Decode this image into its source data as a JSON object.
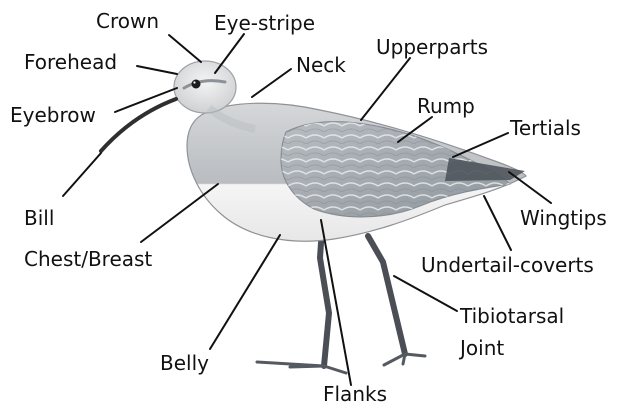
{
  "labels": {
    "crown": "Crown",
    "eye_stripe": "Eye-stripe",
    "forehead": "Forehead",
    "neck": "Neck",
    "upperparts": "Upperparts",
    "eyebrow": "Eyebrow",
    "rump": "Rump",
    "tertials": "Tertials",
    "bill": "Bill",
    "wingtips": "Wingtips",
    "chest_breast": "Chest/Breast",
    "undertail_coverts": "Undertail-coverts",
    "tibiotarsal_joint_line1": "Tibiotarsal",
    "tibiotarsal_joint_line2": "Joint",
    "belly": "Belly",
    "flanks": "Flanks"
  }
}
